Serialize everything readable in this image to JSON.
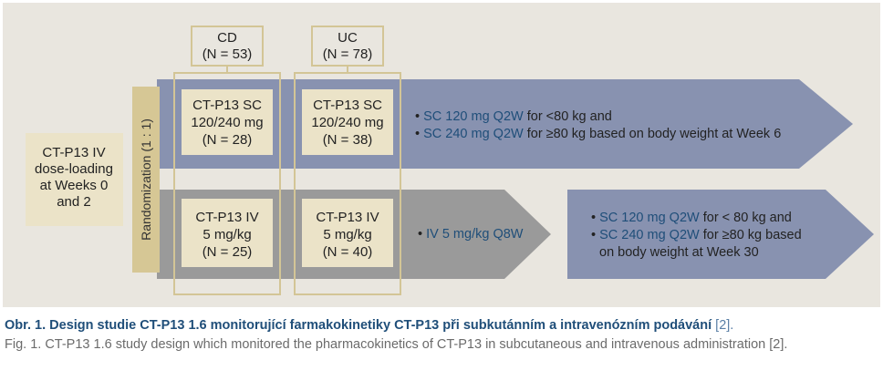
{
  "groups": {
    "cd": {
      "name": "CD",
      "n": "(N = 53)"
    },
    "uc": {
      "name": "UC",
      "n": "(N = 78)"
    }
  },
  "loading": {
    "lines": [
      "CT-P13 IV",
      "dose-loading",
      "at Weeks 0",
      "and 2"
    ]
  },
  "randomization": "Randomization (1 : 1)",
  "sc_arm": {
    "cd_box": [
      "CT-P13 SC",
      "120/240 mg",
      "(N = 28)"
    ],
    "uc_box": [
      "CT-P13 SC",
      "120/240 mg",
      "(N = 38)"
    ],
    "regimen": [
      {
        "bullet": "• ",
        "dose": "SC 120 mg Q2W",
        "rest": " for <80 kg and"
      },
      {
        "bullet": "• ",
        "dose": "SC 240 mg Q2W",
        "rest": " for ≥80 kg based on body weight at Week 6"
      }
    ]
  },
  "iv_arm": {
    "cd_box": [
      "CT-P13 IV",
      "5 mg/kg",
      "(N = 25)"
    ],
    "uc_box": [
      "CT-P13 IV",
      "5 mg/kg",
      "(N = 40)"
    ],
    "regimen": {
      "bullet": "• ",
      "dose": "IV 5 mg/kg Q8W"
    },
    "switch": [
      {
        "bullet": "• ",
        "dose": "SC 120 mg Q2W",
        "rest": " for < 80 kg and"
      },
      {
        "bullet": "• ",
        "dose": "SC 240 mg Q2W",
        "rest": " for ≥80 kg based"
      },
      {
        "bullet": "",
        "dose": "",
        "rest": "on body weight at Week 30"
      }
    ]
  },
  "caption": {
    "cz_main": "Obr. 1. Design studie CT-P13 1.6 monitorující farmakokinetiky CT-P13 při subkutánním a intravenózním podávání",
    "cz_ref": "[2].",
    "en": "Fig. 1. CT-P13 1.6 study design which monitored the pharmacokinetics of CT-P13 in subcutaneous and intravenous administration [2]."
  },
  "colors": {
    "panel_bg": "#e9e6df",
    "sc_arrow": "#8892b0",
    "iv_arrow": "#9a9a9a",
    "box_fill": "#ebe3c8",
    "outline": "#d3c596",
    "dose_text": "#1f4e79",
    "caption_title": "#1f4e79",
    "caption_body": "#6b6b6b"
  }
}
